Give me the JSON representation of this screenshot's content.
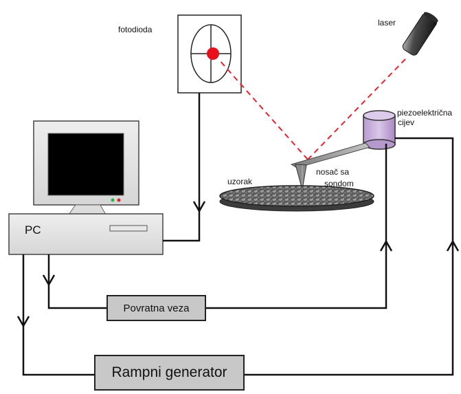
{
  "labels": {
    "photodiode": "fotodioda",
    "laser": "laser",
    "piezo_line1": "piezoelektrična",
    "piezo_line2": "cijev",
    "sample": "uzorak",
    "cantilever_line1": "nosač sa",
    "cantilever_line2": "sondom",
    "pc": "PC"
  },
  "boxes": {
    "feedback": "Povratna veza",
    "ramp_generator": "Rampni generator"
  },
  "colors": {
    "laser_beam": "#e8212b",
    "laser_spot": "#e8101a",
    "piezo_fill": "#c9b2db",
    "box_fill": "#c8c8c8",
    "wire": "#111111",
    "pc_led_green": "#2cb34a",
    "pc_led_red": "#d8262b"
  }
}
